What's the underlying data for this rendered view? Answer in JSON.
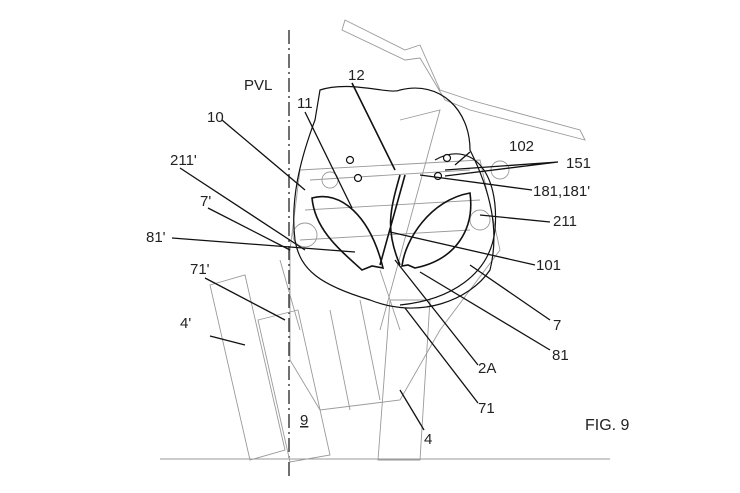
{
  "figure": {
    "caption": "FIG. 9",
    "reference_line": "PVL",
    "labels": {
      "l12": "12",
      "l10": "10",
      "l11": "11",
      "l102": "102",
      "l151": "151",
      "l211p": "211'",
      "l181": "181,181'",
      "l7p": "7'",
      "l211": "211",
      "l81p": "81'",
      "l101": "101",
      "l71p": "71'",
      "l7": "7",
      "l4p": "4'",
      "l81": "81",
      "l2A": "2A",
      "l9": "9",
      "l71": "71",
      "l4": "4"
    }
  }
}
